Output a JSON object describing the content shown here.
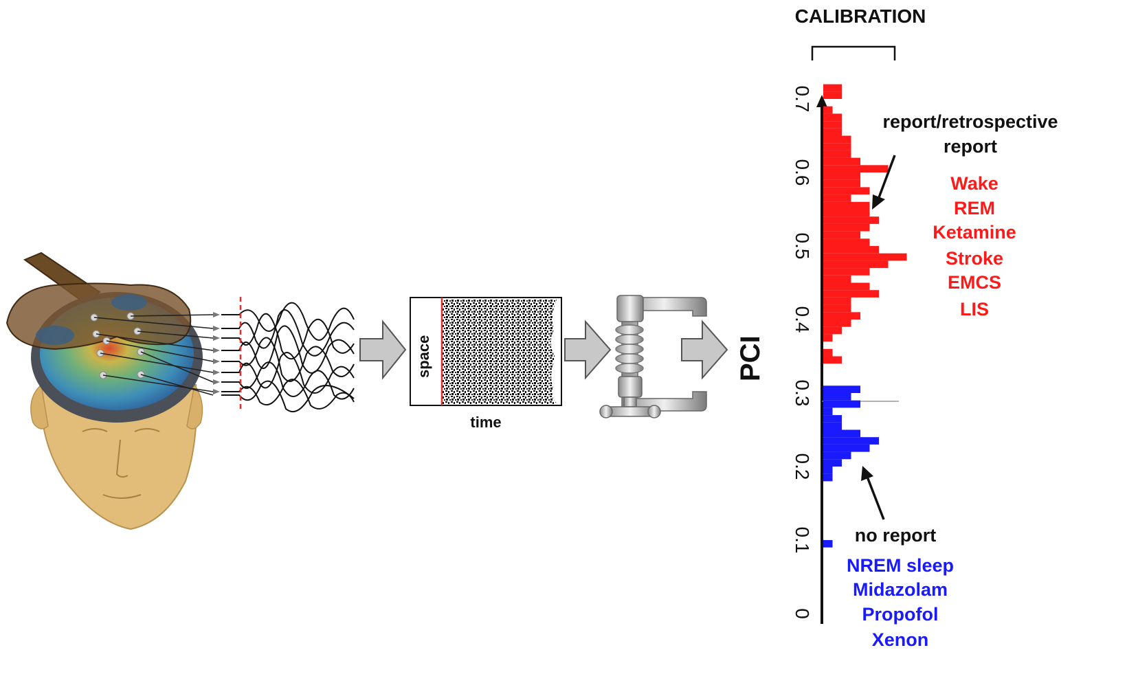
{
  "calibration_label": "CALIBRATION",
  "pipeline": {
    "matrix_y_label": "space",
    "matrix_x_label": "time",
    "output_label": "PCI"
  },
  "annotations": {
    "report_label_line1": "report/retrospective",
    "report_label_line2": "report",
    "no_report_label": "no report"
  },
  "report_conditions": [
    "Wake",
    "REM",
    "Ketamine",
    "Stroke",
    "EMCS",
    "LIS"
  ],
  "no_report_conditions": [
    "NREM sleep",
    "Midazolam",
    "Propofol",
    "Xenon"
  ],
  "colors": {
    "report": "#ff1a1a",
    "no_report": "#1a1aff",
    "axis": "#111111",
    "arrow_fill": "#c8c8c8",
    "dashed_line": "#e03030"
  },
  "chart_data": {
    "type": "bar",
    "orientation": "horizontal",
    "y_ticks": [
      "0",
      "0.1",
      "0.2",
      "0.3",
      "0.4",
      "0.5",
      "0.6",
      "0.7"
    ],
    "ylim": [
      0,
      0.72
    ],
    "threshold": 0.31,
    "series": [
      {
        "name": "report/retrospective report",
        "values": [
          [
            0.71,
            2
          ],
          [
            0.7,
            2
          ],
          [
            0.68,
            1
          ],
          [
            0.67,
            2
          ],
          [
            0.66,
            2
          ],
          [
            0.65,
            2
          ],
          [
            0.64,
            3
          ],
          [
            0.63,
            3
          ],
          [
            0.62,
            3
          ],
          [
            0.61,
            4
          ],
          [
            0.6,
            7
          ],
          [
            0.59,
            4
          ],
          [
            0.58,
            4
          ],
          [
            0.57,
            5
          ],
          [
            0.56,
            3
          ],
          [
            0.55,
            5
          ],
          [
            0.54,
            5
          ],
          [
            0.53,
            6
          ],
          [
            0.52,
            5
          ],
          [
            0.51,
            4
          ],
          [
            0.5,
            5
          ],
          [
            0.49,
            6
          ],
          [
            0.48,
            9
          ],
          [
            0.47,
            7
          ],
          [
            0.46,
            5
          ],
          [
            0.45,
            3
          ],
          [
            0.44,
            5
          ],
          [
            0.43,
            6
          ],
          [
            0.42,
            3
          ],
          [
            0.41,
            3
          ],
          [
            0.4,
            4
          ],
          [
            0.39,
            3
          ],
          [
            0.38,
            2
          ],
          [
            0.37,
            1
          ],
          [
            0.35,
            1
          ],
          [
            0.34,
            2
          ]
        ]
      },
      {
        "name": "no report",
        "values": [
          [
            0.3,
            4
          ],
          [
            0.29,
            3
          ],
          [
            0.28,
            4
          ],
          [
            0.27,
            1
          ],
          [
            0.26,
            2
          ],
          [
            0.25,
            2
          ],
          [
            0.24,
            4
          ],
          [
            0.23,
            6
          ],
          [
            0.22,
            5
          ],
          [
            0.21,
            3
          ],
          [
            0.2,
            2
          ],
          [
            0.19,
            1
          ],
          [
            0.18,
            1
          ],
          [
            0.09,
            1
          ]
        ]
      }
    ]
  }
}
